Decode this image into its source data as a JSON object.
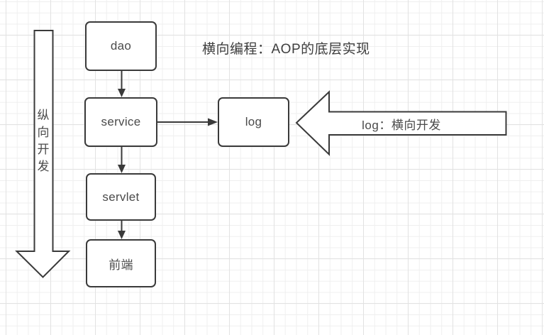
{
  "diagram": {
    "annotation_title": "横向编程：AOP的底层实现",
    "vertical_arrow": {
      "label": "纵向开发",
      "direction": "down"
    },
    "callout_arrow": {
      "label": "log：横向开发",
      "direction": "left",
      "points_to": "log"
    },
    "nodes": [
      {
        "id": "dao",
        "label": "dao"
      },
      {
        "id": "service",
        "label": "service"
      },
      {
        "id": "servlet",
        "label": "servlet"
      },
      {
        "id": "frontend",
        "label": "前端"
      },
      {
        "id": "log",
        "label": "log"
      }
    ],
    "edges": [
      {
        "from": "dao",
        "to": "service"
      },
      {
        "from": "service",
        "to": "servlet"
      },
      {
        "from": "servlet",
        "to": "frontend"
      },
      {
        "from": "service",
        "to": "log"
      }
    ],
    "colors": {
      "shape_stroke": "#3a3a3a",
      "label_text": "#4a4a4a",
      "title_text": "#3d3d3d",
      "grid_minor": "#efefef",
      "grid_major": "#e2e2e2",
      "canvas_background": "#ffffff"
    }
  }
}
